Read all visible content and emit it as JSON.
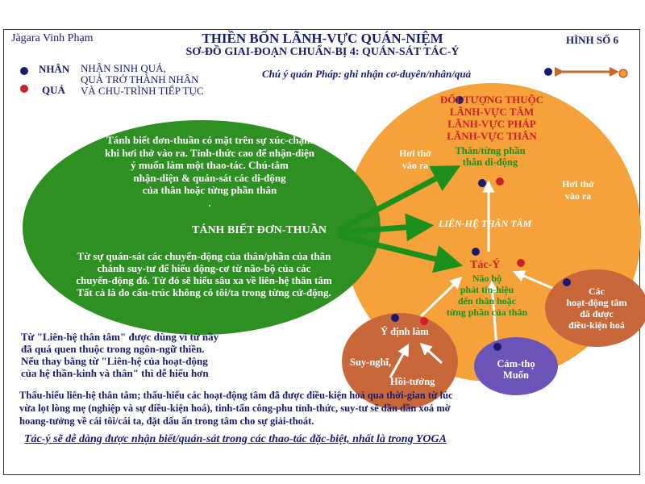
{
  "header": {
    "author": "Jàgara Vinh Phạm",
    "title": "THIỀN BỐN LÃNH-VỰC QUÁN-NIỆM",
    "subtitle": "SƠ-ĐỒ GIAI-ĐOẠN CHUẨN-BỊ 4: QUÁN-SÁT TÁC-Ý",
    "figure_number": "HÌNH SỐ 6"
  },
  "legend": {
    "cause_label": "NHÂN",
    "effect_label": "QUẢ",
    "description": [
      "NHẬN SINH QUẢ,",
      "QUẢ TRỞ THÀNH NHÂN",
      "VÀ CHU-TRÌNH TIẾP TỤC"
    ],
    "note": "Chú ý quán Pháp: ghi nhận cơ-duyên/nhân/quả",
    "cause_color": "#1a1a6e",
    "effect_color": "#cc1f2c",
    "arrow_color": "#c46a2d"
  },
  "green_oval": {
    "color": "#2e8f22",
    "top_text": [
      "Tánh biết đơn-thuần có mặt trên sự xúc-chạm",
      "khi hơi thở vào ra. Tỉnh-thức cao để nhận-diện",
      "ý muốn làm một thao-tác. Chú-tâm",
      "nhận-diện & quán-sát các di-động",
      "của thân hoặc từng phần thân",
      "."
    ],
    "center_label": "TÁNH BIẾT ĐƠN-THUẦN",
    "bottom_text": [
      "Từ sự quán-sát các chuyển-động của thân/phần của thân",
      "chánh suy-tư để hiểu động-cơ từ não-bộ của các",
      "chuyển-động đó. Từ đó sẽ hiểu sâu xa về liên-hệ thân tâm",
      "Tất cả là do cấu-trúc không có tôi/ta trong từng cử-động."
    ]
  },
  "orange_circle": {
    "color": "#f6a23a",
    "objects_title": [
      "ĐỐI-TƯỢNG THUỘC",
      "LÃNH-VỰC TÂM",
      "LÃNH-VỰC PHÁP",
      "LÃNH-VỰC THÂN"
    ],
    "breath_left": [
      "Hơi thở",
      "vào ra"
    ],
    "breath_right": [
      "Hơi thở",
      "vào ra"
    ],
    "body_label": [
      "Thân/từng phần",
      "thân di-động"
    ],
    "relation_label": "LIÊN-HỆ THÂN TÂM",
    "intention_label": "Tác-Ý",
    "brain_label": [
      "Não bộ",
      "phát tín-hiệu",
      "đến thân hoặc",
      "từng phần của thân"
    ]
  },
  "conditioned_circle": {
    "color": "#c8683a",
    "label": [
      "Các",
      "hoạt-động tâm",
      "đã được",
      "điều-kiện hoá"
    ]
  },
  "mind_circle": {
    "color": "#c8683a",
    "intent": "Ý định làm",
    "thought": "Suy-nghĩ,",
    "memory": "Hồi-tưởng"
  },
  "feeling_circle": {
    "color": "#6b53b8",
    "label": [
      "Cảm-thọ",
      "Muốn"
    ]
  },
  "footnote": [
    "Từ \"Liên-hệ thân tâm\" được dùng vì từ nầy",
    "đã quá quen thuộc trong ngôn-ngữ thiền.",
    "Nếu thay bằng từ \"Liên-hệ của hoạt-động",
    " của hệ thần-kinh và thân\" thì dễ hiểu hơn"
  ],
  "summary": [
    "Thấu-hiểu liên-hệ thân tâm; thấu-hiểu các hoạt-động tâm đã được điều-kiện hoá qua thời-gian từ lúc",
    "vừa lọt lòng mẹ (nghiệp và sự điều-kiện hoá), tinh-tấn công-phu tỉnh-thức, suy-tư sẽ dần dần xoá mờ",
    "hoang-tưởng về cái tôi/cái ta, đặt dấu ấn trong tâm cho sự giải-thoát."
  ],
  "closing": "Tác-ý sẽ dễ dàng được nhận biết/quán-sát trong các thao-tác đặc-biệt, nhất là  trong YOGA"
}
